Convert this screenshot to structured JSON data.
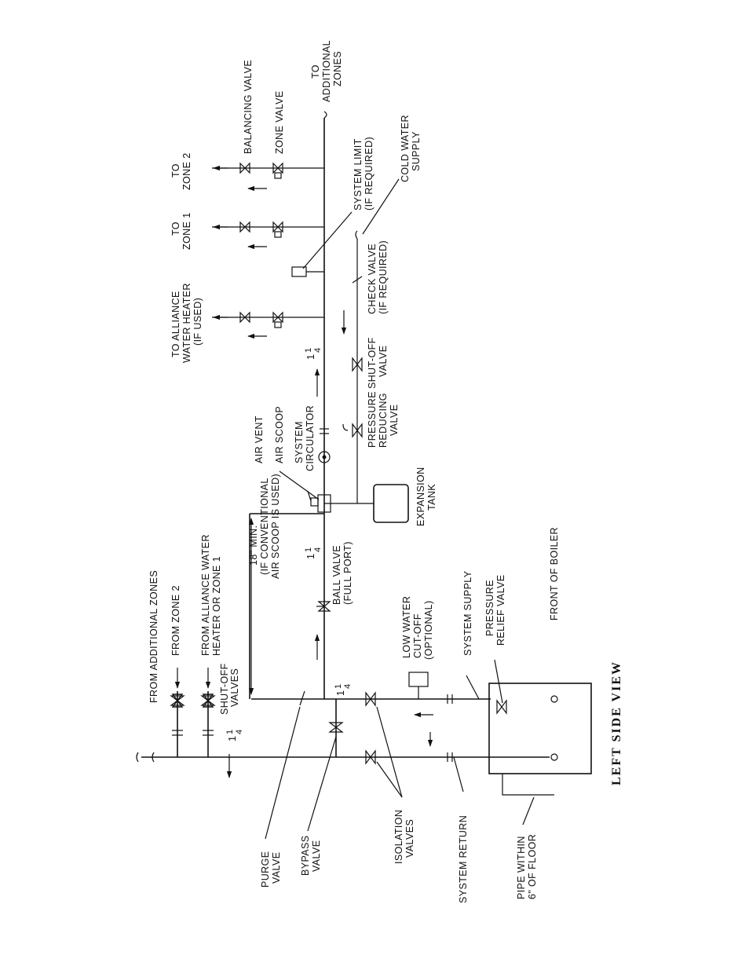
{
  "title": "LEFT SIDE VIEW",
  "labels": {
    "from_additional_zones": "FROM ADDITIONAL ZONES",
    "from_zone_2": "FROM ZONE 2",
    "from_alliance_l1": "FROM ALLIANCE WATER",
    "from_alliance_l2": "HEATER OR ZONE 1",
    "shutoff_valves_l1": "SHUT-OFF",
    "shutoff_valves_l2": "VALVES",
    "min_18_l1": "18\" MIN.",
    "min_18_l2": "(IF CONVENTIONAL",
    "min_18_l3": "AIR SCOOP IS USED)",
    "ball_valve_l1": "BALL VALVE",
    "ball_valve_l2": "(FULL PORT)",
    "air_vent": "AIR VENT",
    "air_scoop": "AIR SCOOP",
    "system_circ_l1": "SYSTEM",
    "system_circ_l2": "CIRCULATOR",
    "expansion_l1": "EXPANSION",
    "expansion_l2": "TANK",
    "prv_l1": "PRESSURE",
    "prv_l2": "REDUCING",
    "prv_l3": "VALVE",
    "shutoff_l1": "SHUT-OFF",
    "shutoff_l2": "VALVE",
    "check_l1": "CHECK VALVE",
    "check_l2": "(IF REQUIRED)",
    "to_alliance_l1": "TO ALLIANCE",
    "to_alliance_l2": "WATER HEATER",
    "to_alliance_l3": "(IF USED)",
    "to_zone1_l1": "TO",
    "to_zone1_l2": "ZONE 1",
    "to_zone2_l1": "TO",
    "to_zone2_l2": "ZONE 2",
    "system_limit_l1": "SYSTEM LIMIT",
    "system_limit_l2": "(IF REQUIRED)",
    "cold_water_l1": "COLD WATER",
    "cold_water_l2": "SUPPLY",
    "balancing_valve": "BALANCING VALVE",
    "zone_valve": "ZONE VALVE",
    "to_additional_l1": "TO",
    "to_additional_l2": "ADDITIONAL",
    "to_additional_l3": "ZONES",
    "lwco_l1": "LOW WATER",
    "lwco_l2": "CUT-OFF",
    "lwco_l3": "(OPTIONAL)",
    "system_supply": "SYSTEM SUPPLY",
    "prelief_l1": "PRESSURE",
    "prelief_l2": "RELIEF VALVE",
    "front_of_boiler": "FRONT OF BOILER",
    "purge_l1": "PURGE",
    "purge_l2": "VALVE",
    "bypass_l1": "BYPASS",
    "bypass_l2": "VALVE",
    "isolation_l1": "ISOLATION",
    "isolation_l2": "VALVES",
    "system_return": "SYSTEM RETURN",
    "pipe_within_l1": "PIPE WITHIN",
    "pipe_within_l2": "6\" OF FLOOR"
  },
  "pipe_sizes": {
    "whole": "1",
    "num": "1",
    "den": "4"
  }
}
